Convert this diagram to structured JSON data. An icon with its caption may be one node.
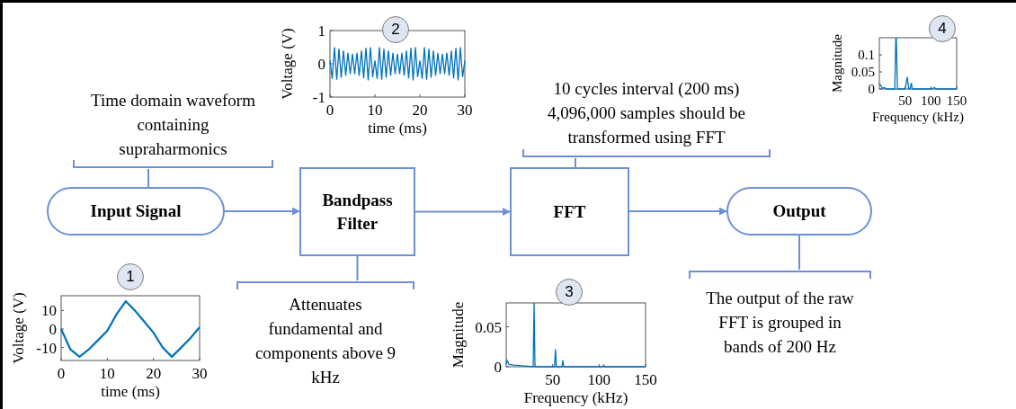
{
  "diagram": {
    "nodes": [
      {
        "text": [
          "Input Signal"
        ]
      },
      {
        "text": [
          "Bandpass Filter"
        ]
      },
      {
        "text": [
          "FFT"
        ]
      },
      {
        "text": [
          "Output"
        ]
      },
      {
        "text": [
          "Time domain waveform containing supraharmonics"
        ]
      },
      {
        "text": [
          "Attenuates fundamental and components above 9 kHz"
        ]
      },
      {
        "text": [
          "10 cycles interval (200 ms) 4,096,000 samples should be transformed using FFT"
        ]
      },
      {
        "text": [
          "The output of the raw FFT is grouped in bands of 200 Hz"
        ]
      },
      {
        "text": [
          "1"
        ]
      },
      {
        "text": [
          "2"
        ]
      },
      {
        "text": [
          "3"
        ]
      },
      {
        "text": [
          "4"
        ]
      }
    ],
    "edges": [
      {
        "from": 0,
        "to": 1,
        "arrow": "to"
      },
      {
        "from": 1,
        "to": 2,
        "arrow": "to"
      },
      {
        "from": 2,
        "to": 3,
        "arrow": "to"
      },
      {
        "from": 4,
        "to": 0,
        "arrow": "none"
      },
      {
        "from": 5,
        "to": 1,
        "arrow": "none"
      },
      {
        "from": 6,
        "to": 2,
        "arrow": "none"
      },
      {
        "from": 7,
        "to": 3,
        "arrow": "none"
      }
    ],
    "chart_data": [
      {
        "type": "line",
        "xlabel": "time (ms)",
        "ylabel": "Voltage (V)",
        "x": [
          0,
          2,
          4,
          6,
          8,
          10,
          12,
          14,
          16,
          18,
          20,
          22,
          24,
          26,
          28,
          30
        ],
        "series": [
          {
            "color": "#0072bd",
            "values": [
              0,
              -11,
              -15,
              -11,
              -6,
              -1,
              8,
              15,
              10,
              4,
              -2,
              -10,
              -15,
              -10,
              -5,
              1
            ]
          }
        ],
        "xlim": [
          0,
          30
        ],
        "ylim": [
          -17,
          18
        ],
        "xticks": [
          0,
          10,
          20,
          30
        ],
        "yticks": [
          -10,
          0,
          10
        ]
      },
      {
        "type": "line",
        "xlabel": "time (ms)",
        "ylabel": "Voltage (V)",
        "x": [
          0,
          0.5,
          1,
          1.5,
          2,
          2.5,
          3,
          3.5,
          4,
          4.5,
          5,
          5.5,
          6,
          6.5,
          7,
          7.5,
          8,
          8.5,
          9,
          9.5,
          10,
          10.5,
          11,
          11.5,
          12,
          12.5,
          13,
          13.5,
          14,
          14.5,
          15,
          15.5,
          16,
          16.5,
          17,
          17.5,
          18,
          18.5,
          19,
          19.5,
          20,
          20.5,
          21,
          21.5,
          22,
          22.5,
          23,
          23.5,
          24,
          24.5,
          25,
          25.5,
          26,
          26.5,
          27,
          27.5,
          28,
          28.5,
          29,
          29.5,
          30
        ],
        "series": [
          {
            "color": "#0072bd",
            "values": [
              0.1,
              -0.45,
              0.5,
              -0.48,
              0.45,
              -0.42,
              0.4,
              -0.36,
              0.33,
              -0.31,
              0.3,
              -0.31,
              0.33,
              -0.36,
              0.4,
              -0.44,
              0.48,
              -0.5,
              0.5,
              -0.4,
              0.1,
              -0.45,
              0.5,
              -0.48,
              0.45,
              -0.42,
              0.4,
              -0.36,
              0.33,
              -0.31,
              0.3,
              -0.31,
              0.33,
              -0.36,
              0.4,
              -0.44,
              0.48,
              -0.5,
              0.5,
              -0.4,
              0.1,
              -0.45,
              0.5,
              -0.48,
              0.45,
              -0.42,
              0.4,
              -0.36,
              0.33,
              -0.31,
              0.3,
              -0.31,
              0.33,
              -0.36,
              0.4,
              -0.44,
              0.48,
              -0.5,
              0.5,
              -0.4,
              0.1
            ]
          }
        ],
        "xlim": [
          0,
          30
        ],
        "ylim": [
          -1,
          1
        ],
        "xticks": [
          0,
          10,
          20,
          30
        ],
        "yticks": [
          -1,
          0,
          1
        ]
      },
      {
        "type": "line",
        "xlabel": "Frequency (kHz)",
        "ylabel": "Magnitude",
        "x": [
          0,
          1,
          3,
          8,
          29,
          30,
          31,
          52,
          53,
          54,
          60,
          61,
          62,
          104,
          105,
          106,
          150
        ],
        "series": [
          {
            "color": "#0072bd",
            "values": [
              0.003,
              0.008,
              0.003,
              0.002,
              0,
              0.08,
              0,
              0,
              0.022,
              0,
              0,
              0.008,
              0,
              0,
              0.002,
              0,
              0
            ]
          }
        ],
        "xlim": [
          0,
          150
        ],
        "ylim": [
          0,
          0.08
        ],
        "xticks": [
          50,
          100,
          150
        ],
        "yticks": [
          0,
          0.05
        ]
      },
      {
        "type": "line",
        "xlabel": "Frequency (kHz)",
        "ylabel": "Magnitude",
        "x": [
          0,
          3,
          6,
          10,
          14,
          30,
          32,
          33,
          35,
          50,
          54,
          57,
          60,
          62,
          64,
          100,
          107,
          110,
          150
        ],
        "series": [
          {
            "color": "#0072bd",
            "values": [
              0.015,
              0.01,
              0.002,
              0.004,
              0,
              0,
              0.148,
              0.148,
              0,
              0,
              0.035,
              0,
              0.002,
              0.018,
              0,
              0,
              0.004,
              0,
              0
            ]
          }
        ],
        "xlim": [
          0,
          150
        ],
        "ylim": [
          0,
          0.15
        ],
        "xticks": [
          50,
          100,
          150
        ],
        "yticks": [
          0,
          0.05,
          0.1
        ]
      }
    ]
  }
}
